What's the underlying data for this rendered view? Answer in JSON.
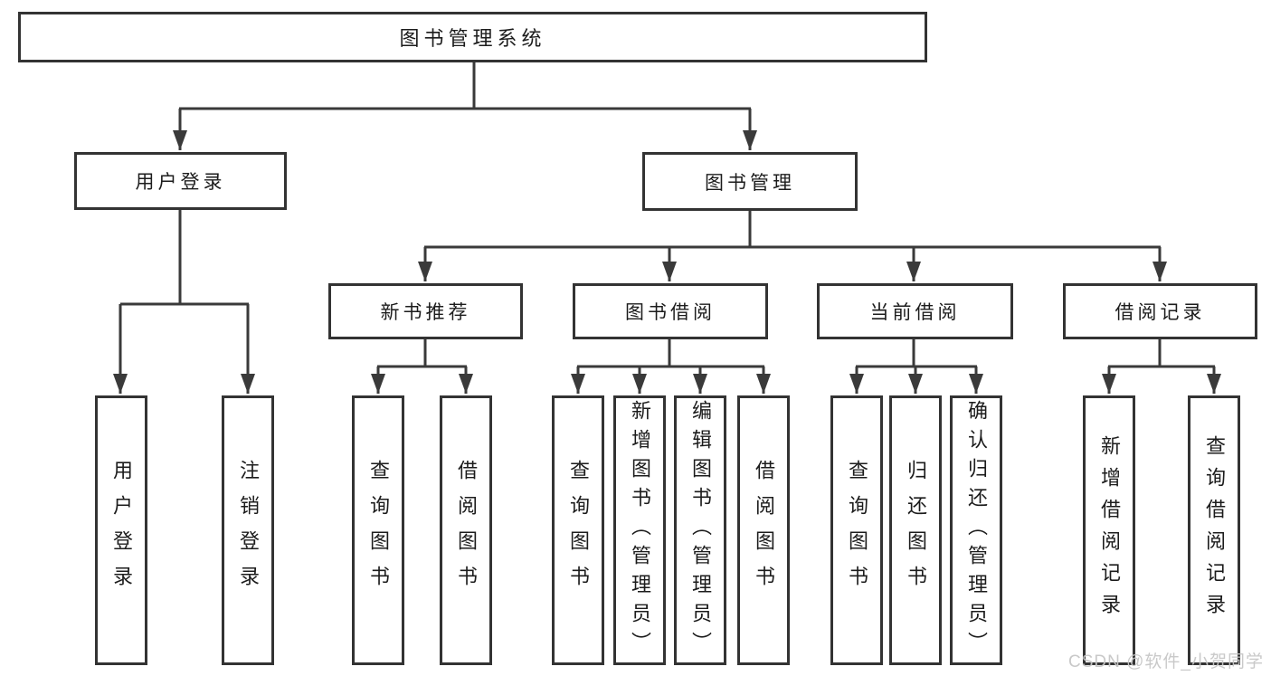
{
  "tree": {
    "root": "图书管理系统",
    "level2": {
      "user_login": "用户登录",
      "book_mgmt": "图书管理"
    },
    "level3": {
      "new_books": "新书推荐",
      "book_borrow": "图书借阅",
      "current_borrow": "当前借阅",
      "borrow_records": "借阅记录"
    },
    "leaves": {
      "user_login": [
        "用户登录",
        "注销登录"
      ],
      "new_books": [
        "查询图书",
        "借阅图书"
      ],
      "book_borrow": [
        "查询图书",
        "新增图书（管理员）",
        "编辑图书（管理员）",
        "借阅图书"
      ],
      "current_borrow": [
        "查询图书",
        "归还图书",
        "确认归还（管理员）"
      ],
      "borrow_records": [
        "新增借阅记录",
        "查询借阅记录"
      ]
    }
  },
  "watermark": {
    "text": "CSDN @软件_小贺同学",
    "color": "#c6c6c6"
  },
  "colors": {
    "line": "#3a3a3a",
    "box_border": "#333333",
    "text": "#1c1c1c",
    "background": "#ffffff"
  }
}
